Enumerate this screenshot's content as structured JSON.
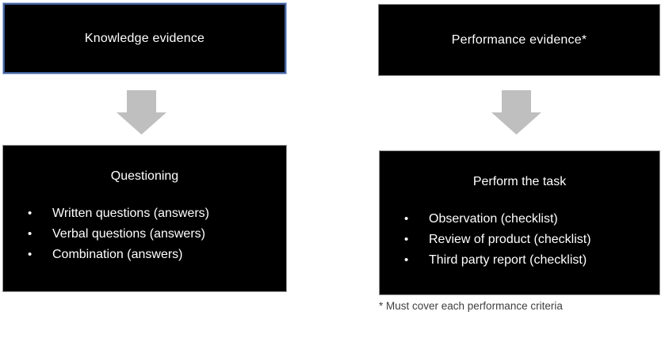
{
  "left_flow": {
    "header_label": "Knowledge evidence",
    "arrow_icon": "down-block-arrow",
    "body": {
      "title": "Questioning",
      "bullets": [
        "Written questions (answers)",
        "Verbal questions (answers)",
        "Combination (answers)"
      ]
    }
  },
  "right_flow": {
    "header_label": "Performance evidence*",
    "arrow_icon": "down-block-arrow",
    "body": {
      "title": "Perform the task",
      "bullets": [
        "Observation (checklist)",
        "Review of product (checklist)",
        "Third party report (checklist)"
      ]
    },
    "footnote": "* Must cover each performance criteria"
  },
  "colors": {
    "box_background": "#000000",
    "box_text": "#ffffff",
    "knowledge_header_border": "#44619d",
    "knowledge_header_border_outer": "#a9bfe0",
    "gray_box_border": "#999999",
    "arrow_fill": "#bfbfbf",
    "footnote_text": "#3f3f3f",
    "page_background": "#ffffff"
  }
}
